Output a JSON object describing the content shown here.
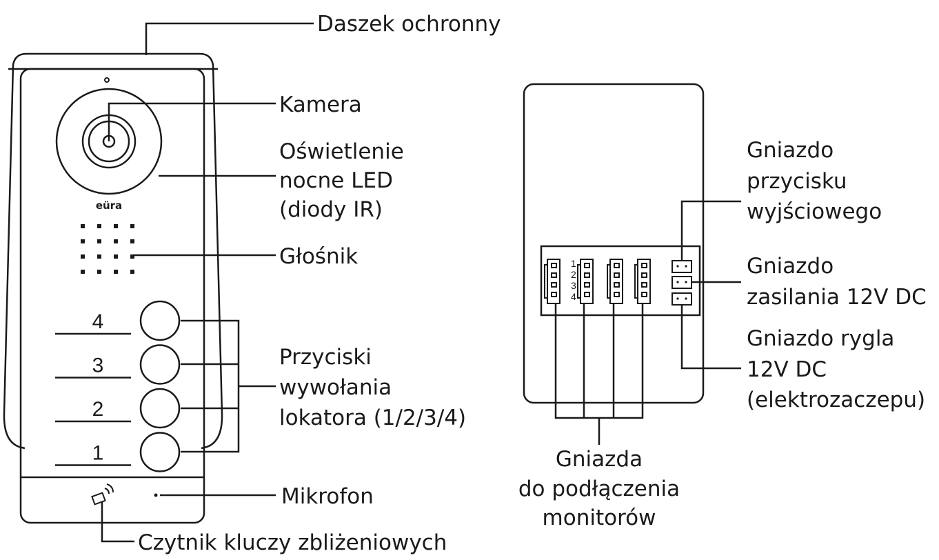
{
  "labels": {
    "canopy": "Daszek ochronny",
    "camera": "Kamera",
    "led": [
      "Oświetlenie",
      "nocne LED",
      "(diody IR)"
    ],
    "speaker": "Głośnik",
    "call_buttons": [
      "Przyciski",
      "wywołania",
      "lokatora (1/2/3/4)"
    ],
    "microphone": "Mikrofon",
    "rfid": "Czytnik kluczy zbliżeniowych",
    "exit_socket": [
      "Gniazdo",
      "przycisku",
      "wyjściowego"
    ],
    "power_socket": [
      "Gniazdo",
      "zasilania 12V DC"
    ],
    "lock_socket": [
      "Gniazdo rygla",
      "12V DC",
      "(elektrozaczepu)"
    ],
    "monitor_sockets": [
      "Gniazda",
      "do podłączenia",
      "monitorów"
    ]
  },
  "panel": {
    "logo": "eüra",
    "buttons": [
      "4",
      "3",
      "2",
      "1"
    ]
  },
  "connector": {
    "pins": [
      "1",
      "2",
      "3",
      "4"
    ]
  }
}
